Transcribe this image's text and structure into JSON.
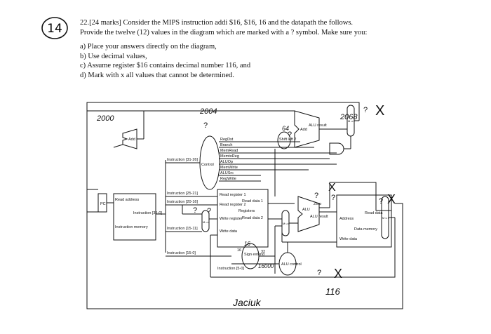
{
  "question": {
    "circled_number": "14",
    "header": "22.[24 marks] Consider the MIPS instruction addi $16, $16, 16 and the datapath the follows.",
    "line2": "Provide the twelve (12) values in the diagram which are marked with a ? symbol. Make sure you:",
    "items": [
      "a) Place your answers directly on the diagram,",
      "b) Use decimal values,",
      "c) Assume register $16 contains decimal number 116, and",
      "d) Mark with x all values that cannot be determined."
    ]
  },
  "datapath": {
    "pc": "PC",
    "add": "Add",
    "add_alu": "Add",
    "alu_result_top": "ALU result",
    "shift_left_2": "Shift left 2",
    "instr_mem_read_addr": "Read address",
    "instruction_label": "Instruction [31-0]",
    "instruction_memory": "Instruction memory",
    "instr_31_26": "Instruction [31-26]",
    "instr_25_21": "Instruction [25-21]",
    "instr_20_16": "Instruction [20-16]",
    "instr_15_11": "Instruction [15-11]",
    "instr_15_0": "Instruction [15-0]",
    "instr_5_0": "Instruction [5-0]",
    "control": "Control",
    "control_signals": [
      "RegDst",
      "Branch",
      "MemRead",
      "MemtoReg",
      "ALUOp",
      "MemWrite",
      "ALUSrc",
      "RegWrite"
    ],
    "read_register_1": "Read register 1",
    "read_register_2": "Read register 2",
    "write_register": "Write register",
    "write_data": "Write data",
    "read_data_1": "Read data 1",
    "read_data_2": "Read data 2",
    "registers": "Registers",
    "sign_extend": "Sign extend",
    "width_16": "16",
    "width_32": "32",
    "alu": "ALU",
    "zero": "Zero",
    "alu_result": "ALU result",
    "alu_control": "ALU control",
    "address": "Address",
    "data_read_data": "Read data",
    "data_write_data": "Write data",
    "data_memory": "Data memory",
    "mux": "M u x",
    "q": "?",
    "x": "X"
  },
  "handwritten": {
    "pc_value": "2000",
    "value_2004": "2004",
    "value_64": "64",
    "value_2068": "2068",
    "value_16": "16",
    "value_116": "116",
    "value_16000": "16000",
    "signature": "Jaciuk"
  },
  "colors": {
    "ink": "#111111",
    "pencil": "#222222"
  }
}
